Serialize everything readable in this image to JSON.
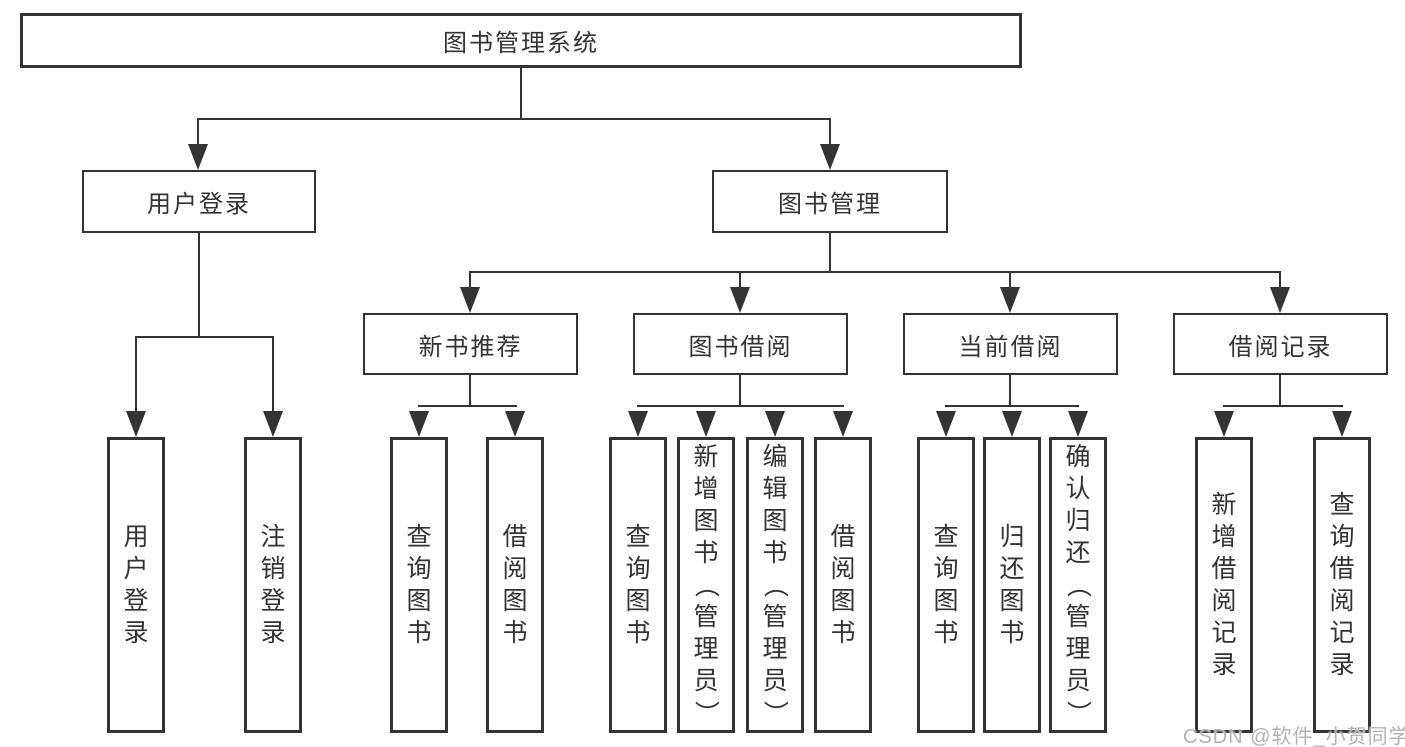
{
  "colors": {
    "line": "#333333",
    "text": "#333333",
    "background": "#ffffff",
    "watermark_text": "#b3b3b3"
  },
  "watermark": {
    "text": "CSDN @软件_小贺同学"
  },
  "tree": {
    "root": {
      "label": "图书管理系统"
    },
    "level2": [
      {
        "label": "用户登录",
        "children": [
          {
            "label": "用户登录"
          },
          {
            "label": "注销登录"
          }
        ]
      },
      {
        "label": "图书管理",
        "children": [
          {
            "label": "新书推荐",
            "children": [
              {
                "label": "查询图书"
              },
              {
                "label": "借阅图书"
              }
            ]
          },
          {
            "label": "图书借阅",
            "children": [
              {
                "label": "查询图书"
              },
              {
                "label": "新增图书（管理员）"
              },
              {
                "label": "编辑图书（管理员）"
              },
              {
                "label": "借阅图书"
              }
            ]
          },
          {
            "label": "当前借阅",
            "children": [
              {
                "label": "查询图书"
              },
              {
                "label": "归还图书"
              },
              {
                "label": "确认归还（管理员）"
              }
            ]
          },
          {
            "label": "借阅记录",
            "children": [
              {
                "label": "新增借阅记录"
              },
              {
                "label": "查询借阅记录"
              }
            ]
          }
        ]
      }
    ]
  }
}
